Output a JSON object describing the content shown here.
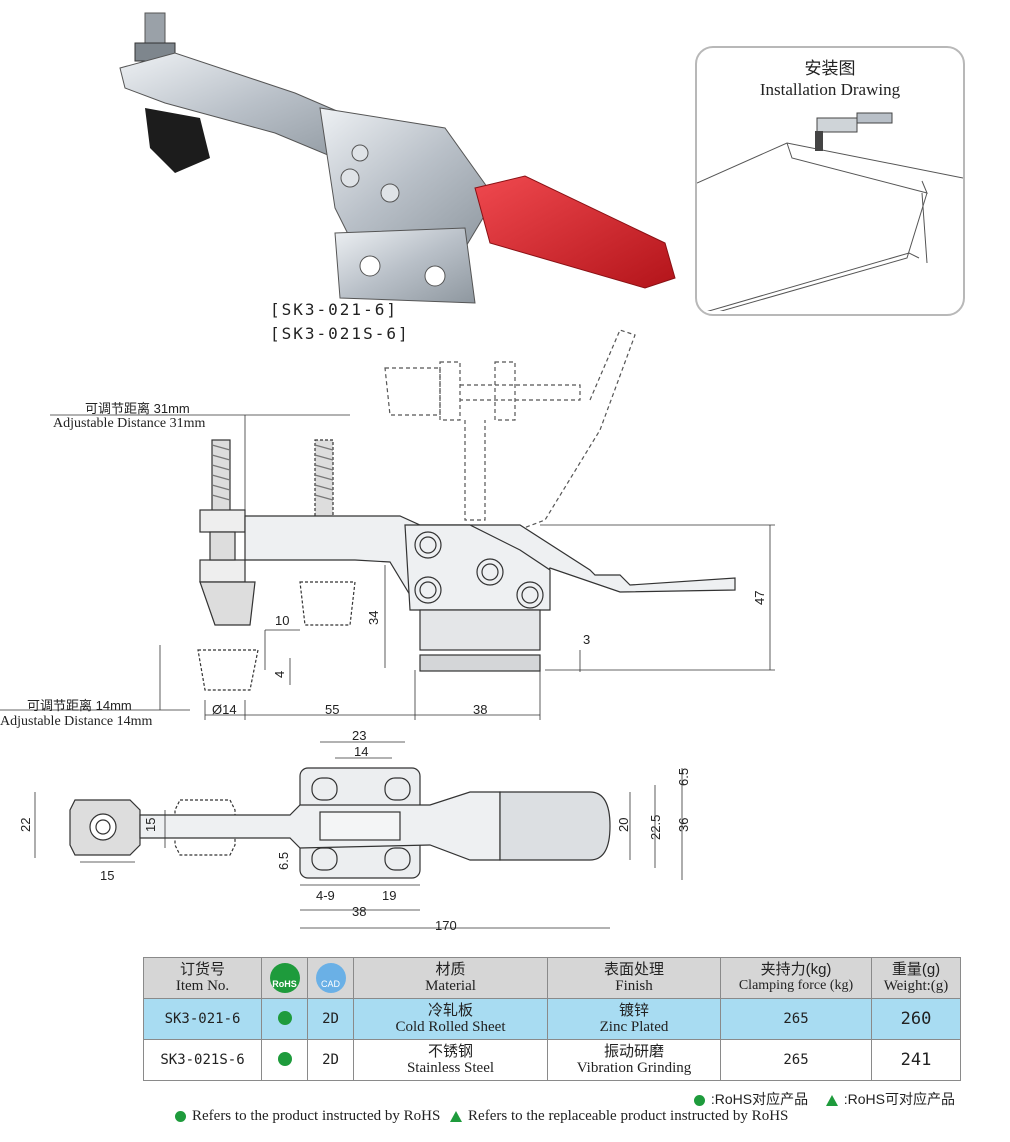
{
  "product_codes": [
    "[SK3-021-6]",
    "[SK3-021S-6]"
  ],
  "installation": {
    "title_zh": "安装图",
    "title_en": "Installation Drawing"
  },
  "side_view": {
    "adjust_top_zh": "可调节距离 31mm",
    "adjust_top_en": "Adjustable Distance 31mm",
    "adjust_bottom_zh": "可调节距离 14mm",
    "adjust_bottom_en": "Adjustable Distance 14mm",
    "dims": {
      "d10": "10",
      "d4": "4",
      "d34": "34",
      "d47": "47",
      "d3": "3",
      "dia14": "Ø14",
      "d55": "55",
      "d38": "38"
    }
  },
  "top_view": {
    "dims": {
      "d23": "23",
      "d14": "14",
      "d22": "22",
      "d15a": "15",
      "d15b": "15",
      "d6_5a": "6.5",
      "d6_5b": "6.5",
      "d20": "20",
      "d22_5": "22.5",
      "d36": "36",
      "d4_9": "4-9",
      "d19": "19",
      "d38": "38",
      "d170": "170"
    }
  },
  "table": {
    "headers": [
      {
        "zh": "订货号",
        "en": "Item No."
      },
      {
        "icon": "rohs-icon",
        "label": "RoHS"
      },
      {
        "icon": "cad-icon",
        "label": "CAD"
      },
      {
        "zh": "材质",
        "en": "Material"
      },
      {
        "zh": "表面处理",
        "en": "Finish"
      },
      {
        "zh": "夹持力(kg)",
        "en": "Clamping force (kg)"
      },
      {
        "zh": "重量(g)",
        "en": "Weight:(g)"
      }
    ],
    "rows": [
      {
        "item": "SK3-021-6",
        "rohs": true,
        "cad": "2D",
        "material_zh": "冷轧板",
        "material_en": "Cold Rolled Sheet",
        "finish_zh": "镀锌",
        "finish_en": "Zinc Plated",
        "force": "265",
        "weight": "260"
      },
      {
        "item": "SK3-021S-6",
        "rohs": true,
        "cad": "2D",
        "material_zh": "不锈钢",
        "material_en": "Stainless Steel",
        "finish_zh": "振动研磨",
        "finish_en": "Vibration Grinding",
        "force": "265",
        "weight": "241"
      }
    ]
  },
  "legend": {
    "zh_rohs": ":RoHS对应产品",
    "zh_replace": ":RoHS可对应产品",
    "en_rohs": "Refers to the product instructed by RoHS",
    "en_replace": "Refers to the replaceable product instructed by RoHS"
  },
  "colors": {
    "handle": "#d8262c",
    "metal": "#c9ced4",
    "rohs": "#1e9b3c",
    "row_highlight": "#a8dcf2"
  }
}
